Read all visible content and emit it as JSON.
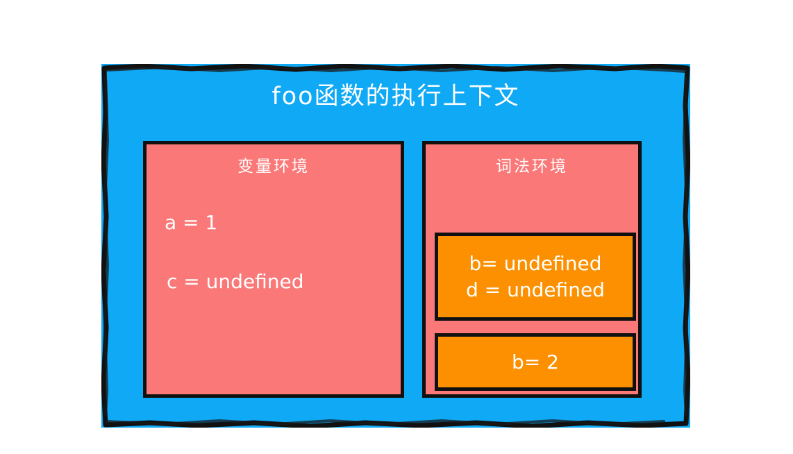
{
  "diagram": {
    "type": "execution-context",
    "title": "foo函数的执行上下文",
    "colors": {
      "context_fill": "#0FA9F5",
      "environment_fill": "#FA7878",
      "binding_fill": "#FC9000",
      "stroke": "#101010",
      "text": "#FFFFFF"
    },
    "environments": [
      {
        "key": "variable",
        "title": "变量环境",
        "entries": [
          {
            "name": "a",
            "text": "a = 1"
          },
          {
            "name": "c",
            "text": "c = undefined"
          }
        ]
      },
      {
        "key": "lexical",
        "title": "词法环境",
        "boxes": [
          {
            "key": "block-1",
            "lines": [
              "b= undefined",
              "d = undefined"
            ]
          },
          {
            "key": "block-2",
            "lines": [
              "b= 2"
            ]
          }
        ]
      }
    ]
  }
}
